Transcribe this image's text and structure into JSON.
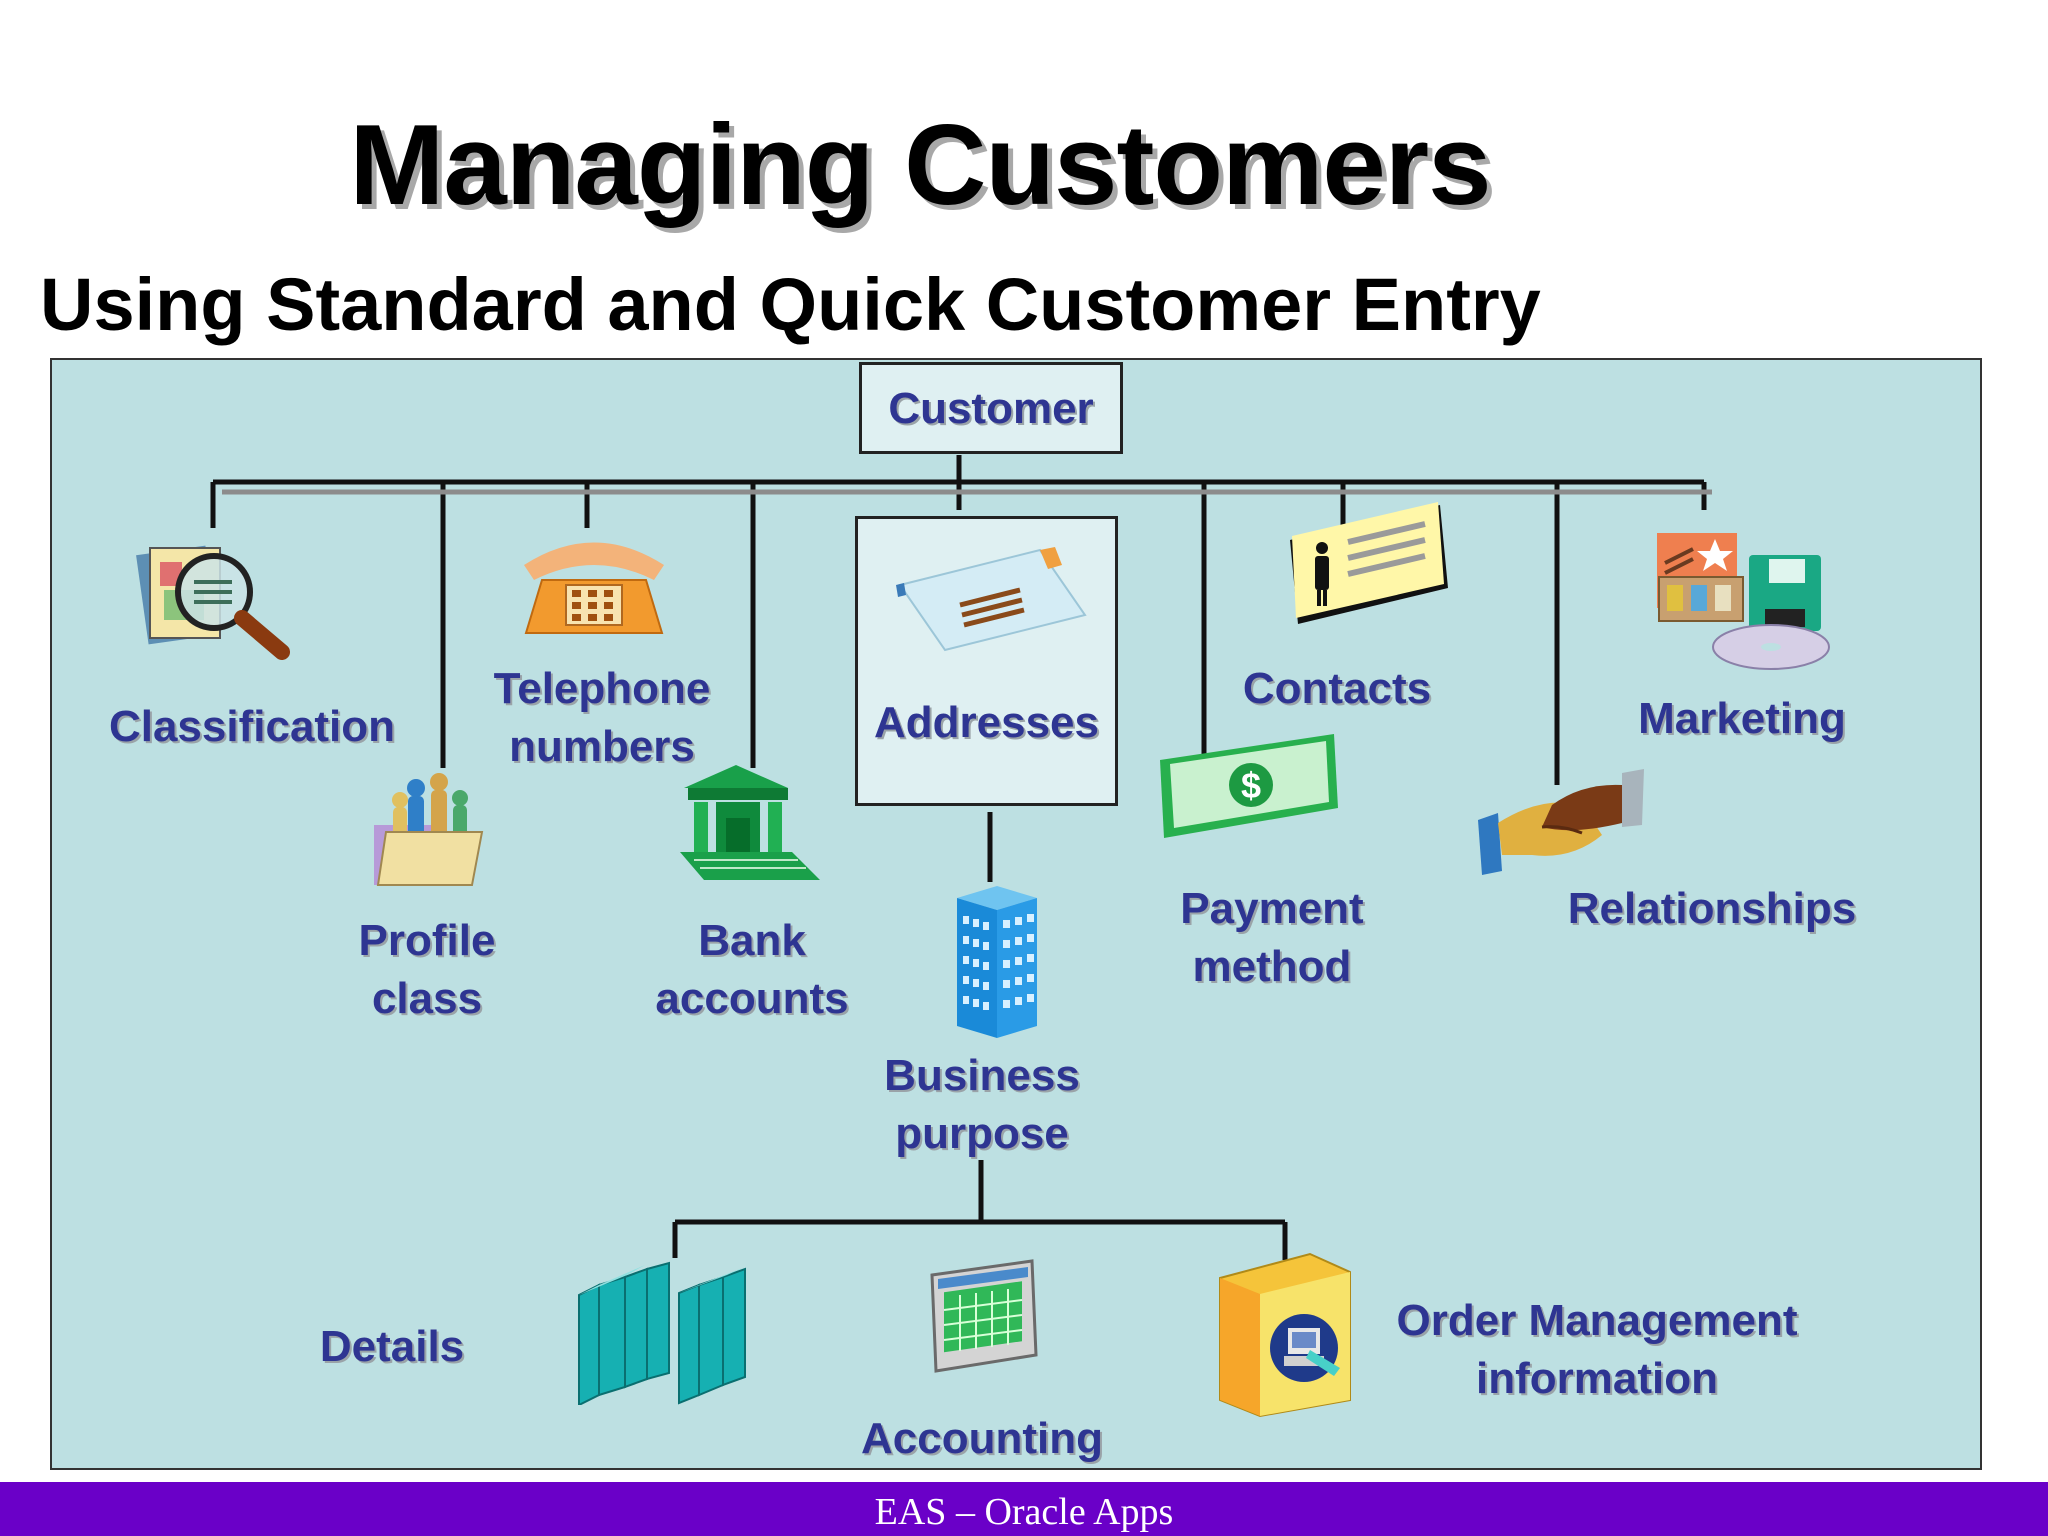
{
  "title": "Managing Customers",
  "subtitle": "Using Standard and Quick Customer Entry",
  "diagram": {
    "root": "Customer",
    "level1": {
      "classification": "Classification",
      "profile_class": "Profile class",
      "telephone_numbers": "Telephone numbers",
      "bank_accounts": "Bank accounts",
      "addresses": "Addresses",
      "payment_method": "Payment method",
      "contacts": "Contacts",
      "relationships": "Relationships",
      "marketing": "Marketing"
    },
    "level2": {
      "business_purpose": "Business purpose"
    },
    "level3": {
      "details": "Details",
      "accounting": "Accounting",
      "order_management": "Order Management information"
    }
  },
  "footer": "EAS – Oracle Apps",
  "colors": {
    "panel": "#bde0e2",
    "label": "#2e3592",
    "footer": "#6a00c8"
  }
}
